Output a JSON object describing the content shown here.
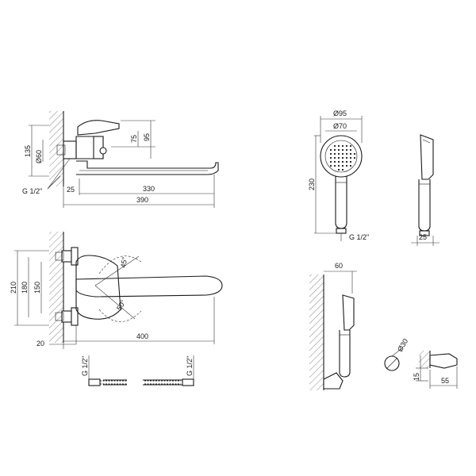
{
  "view_side_mixer": {
    "dim_height_total": "135",
    "dim_diameter": "Ø60",
    "dim_thread": "G 1/2\"",
    "dim_wall": "25",
    "dim_spout_reach": "330",
    "dim_overall": "390",
    "dim_lever_height": "95",
    "dim_body_height": "75"
  },
  "view_front_mixer": {
    "dim_total_height": "210",
    "dim_upper": "180",
    "dim_lower": "150",
    "dim_angle_up": "45°",
    "dim_angle_down": "50°",
    "dim_reach": "400",
    "dim_wall": "20"
  },
  "hose": {
    "thread_left": "G 1/2\"",
    "thread_right": "G 1/2\""
  },
  "shower_head": {
    "dim_outer": "Ø95",
    "dim_inner": "Ø70",
    "dim_length": "230",
    "dim_thread": "G 1/2\"",
    "dim_depth": "25"
  },
  "holder": {
    "dim_offset": "60",
    "dim_diameter": "Ø30",
    "dim_height": "15",
    "dim_depth": "55"
  }
}
